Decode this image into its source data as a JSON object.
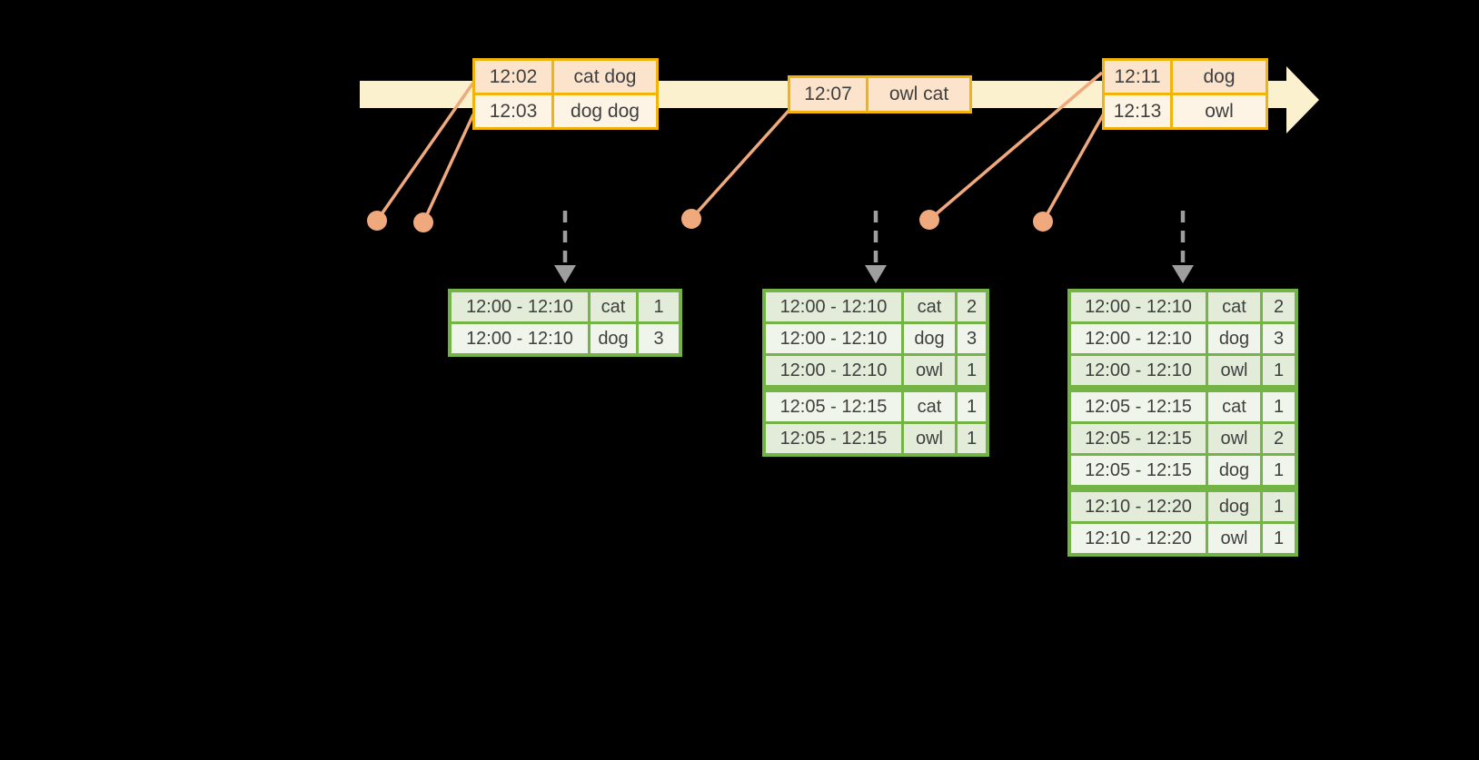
{
  "colors": {
    "background": "#000000",
    "timeline_fill": "#FCF1CE",
    "event_border": "#F1B408",
    "event_row_peach": "#FBE3CC",
    "event_row_cream": "#FEF4E6",
    "connector_salmon": "#F0A97D",
    "result_border": "#74B446",
    "result_row_dark": "#E2ECD8",
    "result_row_light": "#F0F5EB",
    "trigger_arrow_gray": "#9E9E9E",
    "text": "#3F3F3F"
  },
  "event_groups": [
    {
      "rows": [
        {
          "time": "12:02",
          "words": "cat dog"
        },
        {
          "time": "12:03",
          "words": "dog dog"
        }
      ]
    },
    {
      "rows": [
        {
          "time": "12:07",
          "words": "owl cat"
        }
      ]
    },
    {
      "rows": [
        {
          "time": "12:11",
          "words": "dog"
        },
        {
          "time": "12:13",
          "words": "owl"
        }
      ]
    }
  ],
  "result_tables": [
    {
      "rows": [
        {
          "window": "12:00 - 12:10",
          "word": "cat",
          "count": "1"
        },
        {
          "window": "12:00 - 12:10",
          "word": "dog",
          "count": "3"
        }
      ]
    },
    {
      "rows": [
        {
          "window": "12:00 - 12:10",
          "word": "cat",
          "count": "2"
        },
        {
          "window": "12:00 - 12:10",
          "word": "dog",
          "count": "3"
        },
        {
          "window": "12:00 - 12:10",
          "word": "owl",
          "count": "1"
        },
        {
          "window": "12:05 - 12:15",
          "word": "cat",
          "count": "1",
          "new_window_group": true
        },
        {
          "window": "12:05 - 12:15",
          "word": "owl",
          "count": "1"
        }
      ]
    },
    {
      "rows": [
        {
          "window": "12:00 - 12:10",
          "word": "cat",
          "count": "2"
        },
        {
          "window": "12:00 - 12:10",
          "word": "dog",
          "count": "3"
        },
        {
          "window": "12:00 - 12:10",
          "word": "owl",
          "count": "1"
        },
        {
          "window": "12:05 - 12:15",
          "word": "cat",
          "count": "1",
          "new_window_group": true
        },
        {
          "window": "12:05 - 12:15",
          "word": "owl",
          "count": "2"
        },
        {
          "window": "12:05 - 12:15",
          "word": "dog",
          "count": "1"
        },
        {
          "window": "12:10 - 12:20",
          "word": "dog",
          "count": "1",
          "new_window_group": true
        },
        {
          "window": "12:10 - 12:20",
          "word": "owl",
          "count": "1"
        }
      ]
    }
  ]
}
